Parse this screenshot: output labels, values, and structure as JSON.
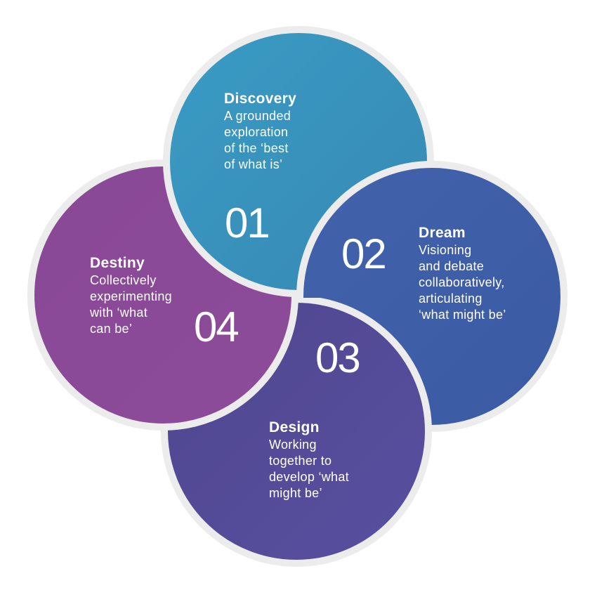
{
  "stages": [
    {
      "number": "01",
      "title": "Discovery",
      "description": "A grounded\nexploration\nof the ‘best\nof what is’",
      "color": "#3a98c2"
    },
    {
      "number": "02",
      "title": "Dream",
      "description": "Visioning\nand debate\ncollaboratively,\narticulating\n‘what might be’",
      "color": "#3f5ea8"
    },
    {
      "number": "03",
      "title": "Design",
      "description": "Working\ntogether to\ndevelop ‘what\nmight be’",
      "color": "#544c99"
    },
    {
      "number": "04",
      "title": "Destiny",
      "description": "Collectively\nexperimenting\nwith ‘what\ncan be’",
      "color": "#8a4a98"
    }
  ],
  "border_color": "#ececec"
}
